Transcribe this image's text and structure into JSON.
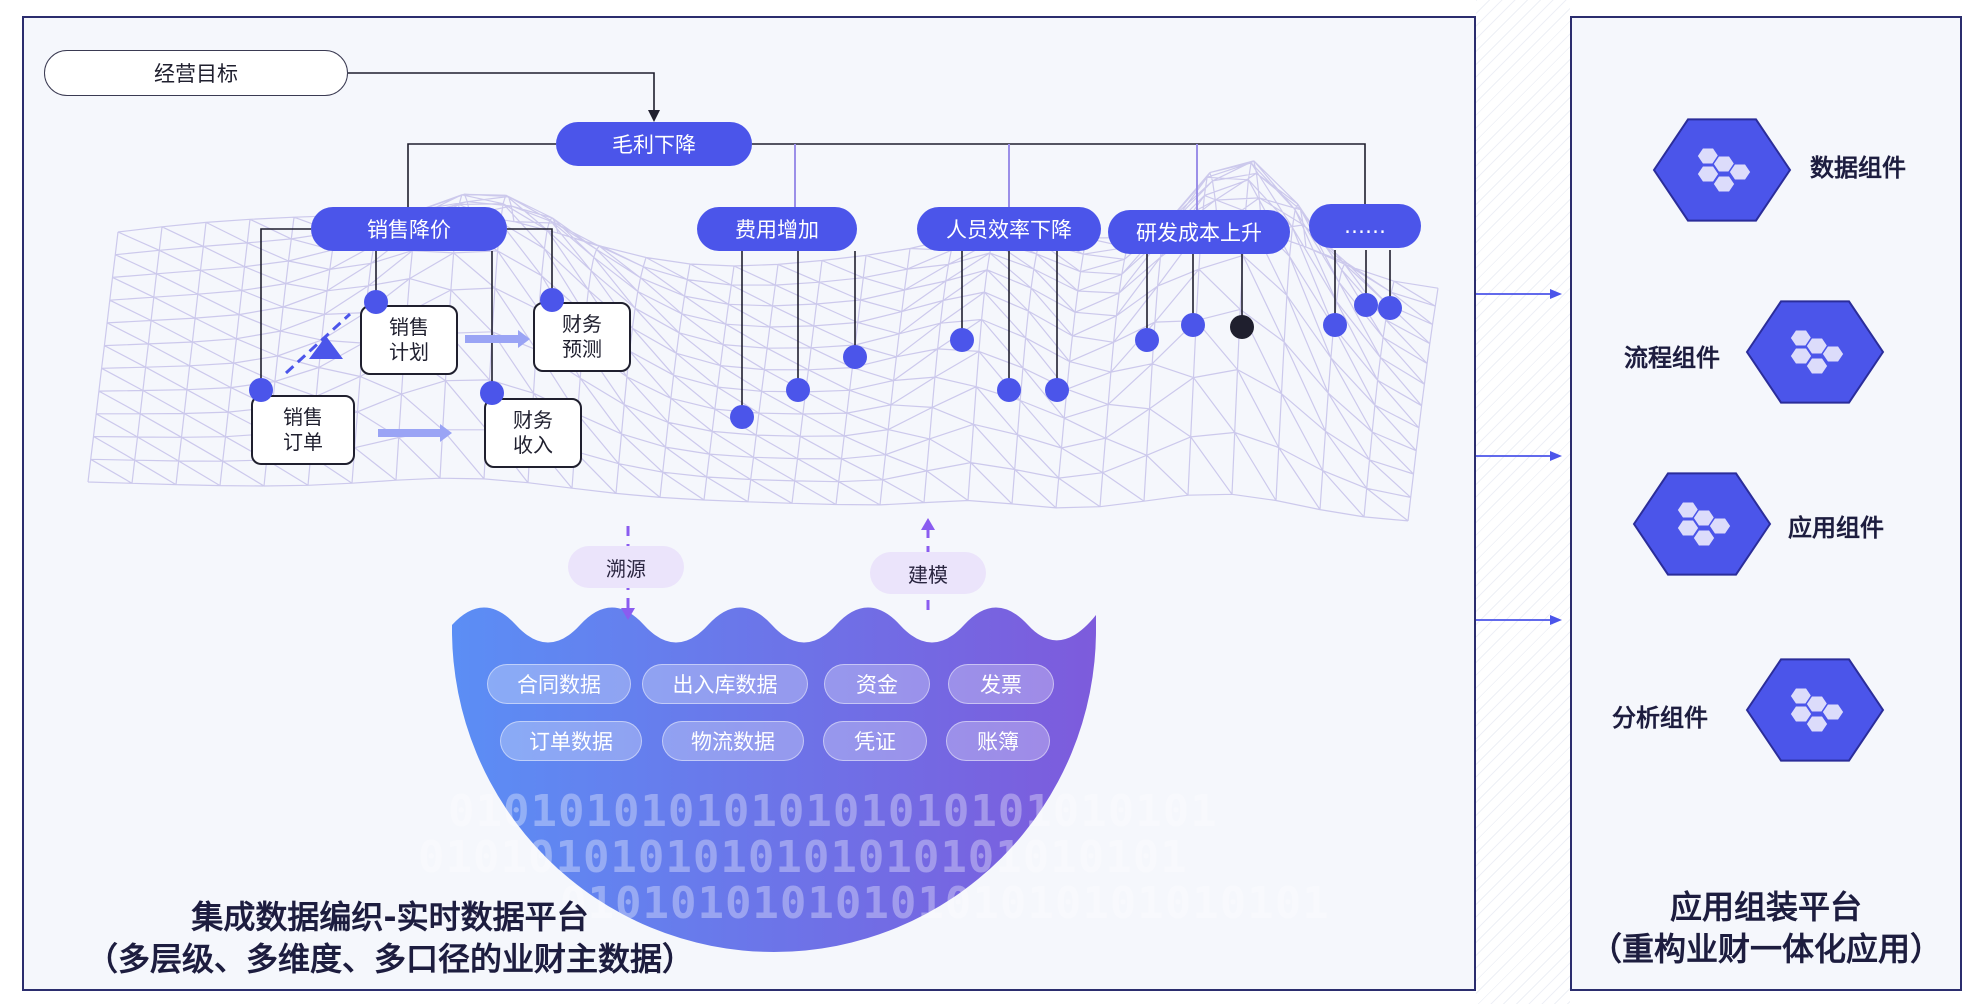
{
  "business_goal": "经营目标",
  "root": "毛利下降",
  "level2": [
    "销售降价",
    "费用增加",
    "人员效率下降",
    "研发成本上升",
    "……"
  ],
  "sub_boxes": {
    "sales_plan": "销售\n计划",
    "finance_forecast": "财务\n预测",
    "sales_order": "销售\n订单",
    "finance_income": "财务\n收入"
  },
  "trace_label": "溯源",
  "model_label": "建模",
  "data_chips_row1": [
    "合同数据",
    "出入库数据",
    "资金",
    "发票"
  ],
  "data_chips_row2": [
    "订单数据",
    "物流数据",
    "凭证",
    "账簿"
  ],
  "binary_lines": [
    "0101010101010101010101010101",
    "0101010101010101010101010101",
    "0101010101010101010101010101"
  ],
  "left_caption": {
    "line1": "集成数据编织-实时数据平台",
    "line2": "（多层级、多维度、多口径的业财主数据）"
  },
  "components": [
    "数据组件",
    "流程组件",
    "应用组件",
    "分析组件"
  ],
  "right_caption": {
    "line1": "应用组装平台",
    "line2": "（重构业财一体化应用）"
  },
  "colors": {
    "accent": "#4b55ea",
    "panel_border": "#2b2d6e",
    "mesh": "#c8c3ea",
    "lake_left": "#5b8ef5",
    "lake_right": "#7d5bdc"
  }
}
